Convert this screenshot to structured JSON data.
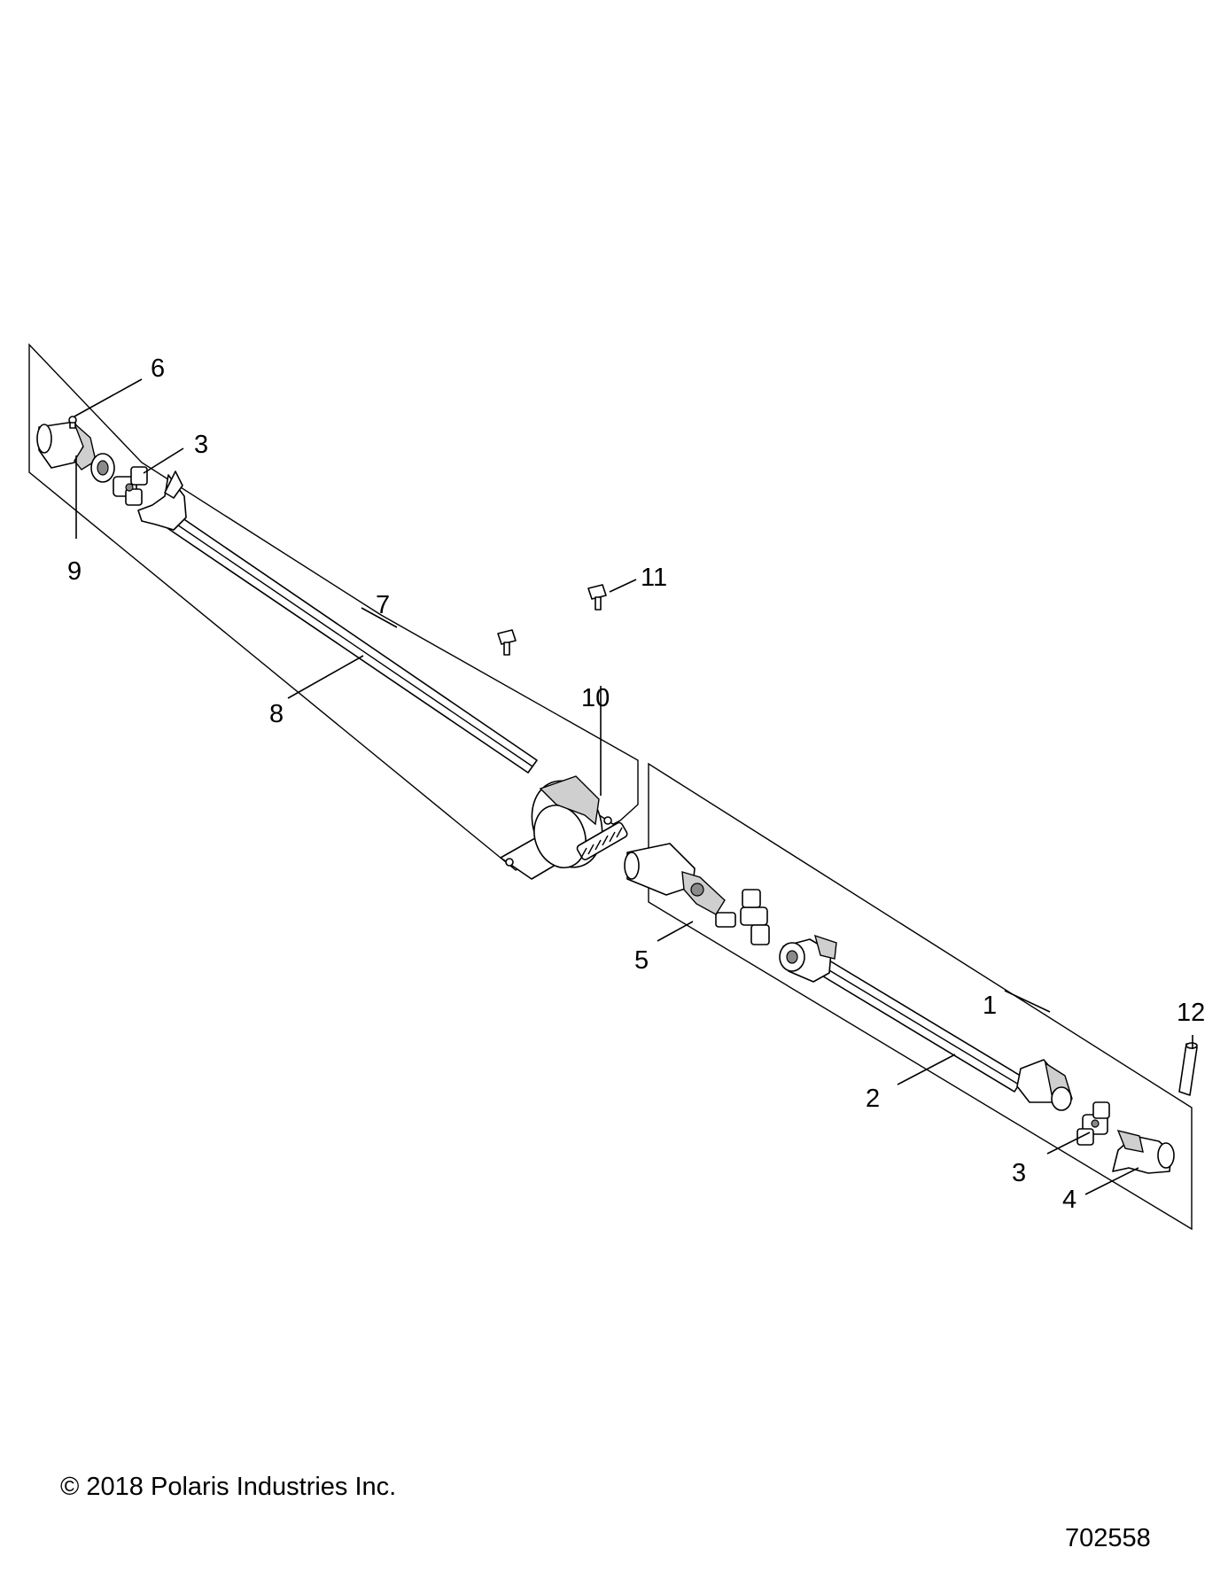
{
  "callouts": {
    "c1": "1",
    "c2": "2",
    "c3a": "3",
    "c3b": "3",
    "c4": "4",
    "c5": "5",
    "c6": "6",
    "c7": "7",
    "c8": "8",
    "c9": "9",
    "c10": "10",
    "c11": "11",
    "c12": "12"
  },
  "footer": {
    "copyright": "© 2018 Polaris Industries Inc.",
    "drawing_number": "702558"
  }
}
